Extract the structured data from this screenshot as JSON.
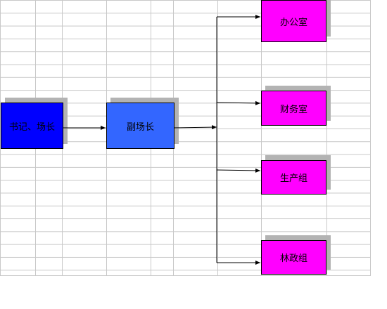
{
  "nodes": {
    "secretary": {
      "label": "书记、场长",
      "color": "#0000ff"
    },
    "deputy": {
      "label": "副场长",
      "color": "#3366ff"
    },
    "office": {
      "label": "办公室",
      "color": "#ff00ff"
    },
    "finance": {
      "label": "财务室",
      "color": "#ff00ff"
    },
    "production": {
      "label": "生产组",
      "color": "#ff00ff"
    },
    "forestry": {
      "label": "林政组",
      "color": "#ff00ff"
    }
  },
  "colors": {
    "shadow": "#b3b3b3",
    "grid": "#c8c8c8",
    "line": "#000000"
  }
}
